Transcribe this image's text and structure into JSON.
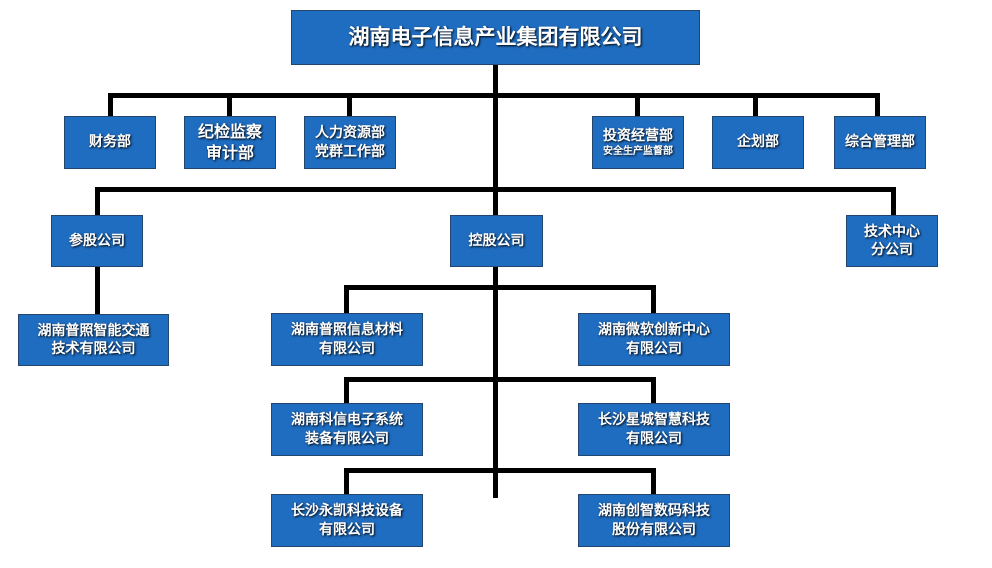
{
  "org": {
    "root": "湖南电子信息产业集团有限公司",
    "departments": {
      "finance": "财务部",
      "discipline": [
        "纪检监察",
        "审计部"
      ],
      "hr": [
        "人力资源部",
        "党群工作部"
      ],
      "investment": [
        "投资经营部",
        "安全生产监督部"
      ],
      "planning": "企划部",
      "admin": "综合管理部"
    },
    "branches": {
      "participating": "参股公司",
      "holding": "控股公司",
      "tech_center": [
        "技术中心",
        "分公司"
      ]
    },
    "participating_companies": {
      "puzhao_traffic": [
        "湖南普照智能交通",
        "技术有限公司"
      ]
    },
    "holding_companies": {
      "puzhao_info": [
        "湖南普照信息材料",
        "有限公司"
      ],
      "microsoft_center": [
        "湖南微软创新中心",
        "有限公司"
      ],
      "kexin": [
        "湖南科信电子系统",
        "装备有限公司"
      ],
      "xingcheng": [
        "长沙星城智慧科技",
        "有限公司"
      ],
      "yongkai": [
        "长沙永凯科技设备",
        "有限公司"
      ],
      "chuangzhi": [
        "湖南创智数码科技",
        "股份有限公司"
      ]
    }
  }
}
